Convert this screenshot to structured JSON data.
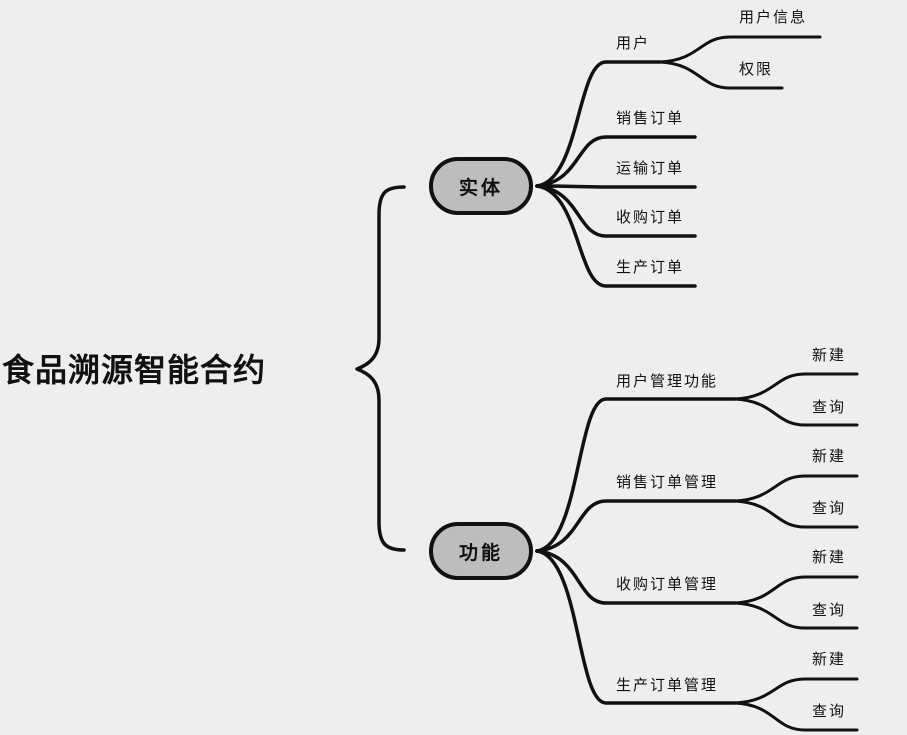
{
  "root": "食品溯源智能合约",
  "branches": [
    {
      "label": "实体",
      "children": [
        {
          "label": "用户",
          "children": [
            "用户信息",
            "权限"
          ]
        },
        {
          "label": "销售订单"
        },
        {
          "label": "运输订单"
        },
        {
          "label": "收购订单"
        },
        {
          "label": "生产订单"
        }
      ]
    },
    {
      "label": "功能",
      "children": [
        {
          "label": "用户管理功能",
          "children": [
            "新建",
            "查询"
          ]
        },
        {
          "label": "销售订单管理",
          "children": [
            "新建",
            "查询"
          ]
        },
        {
          "label": "收购订单管理",
          "children": [
            "新建",
            "查询"
          ]
        },
        {
          "label": "生产订单管理",
          "children": [
            "新建",
            "查询"
          ]
        }
      ]
    }
  ]
}
